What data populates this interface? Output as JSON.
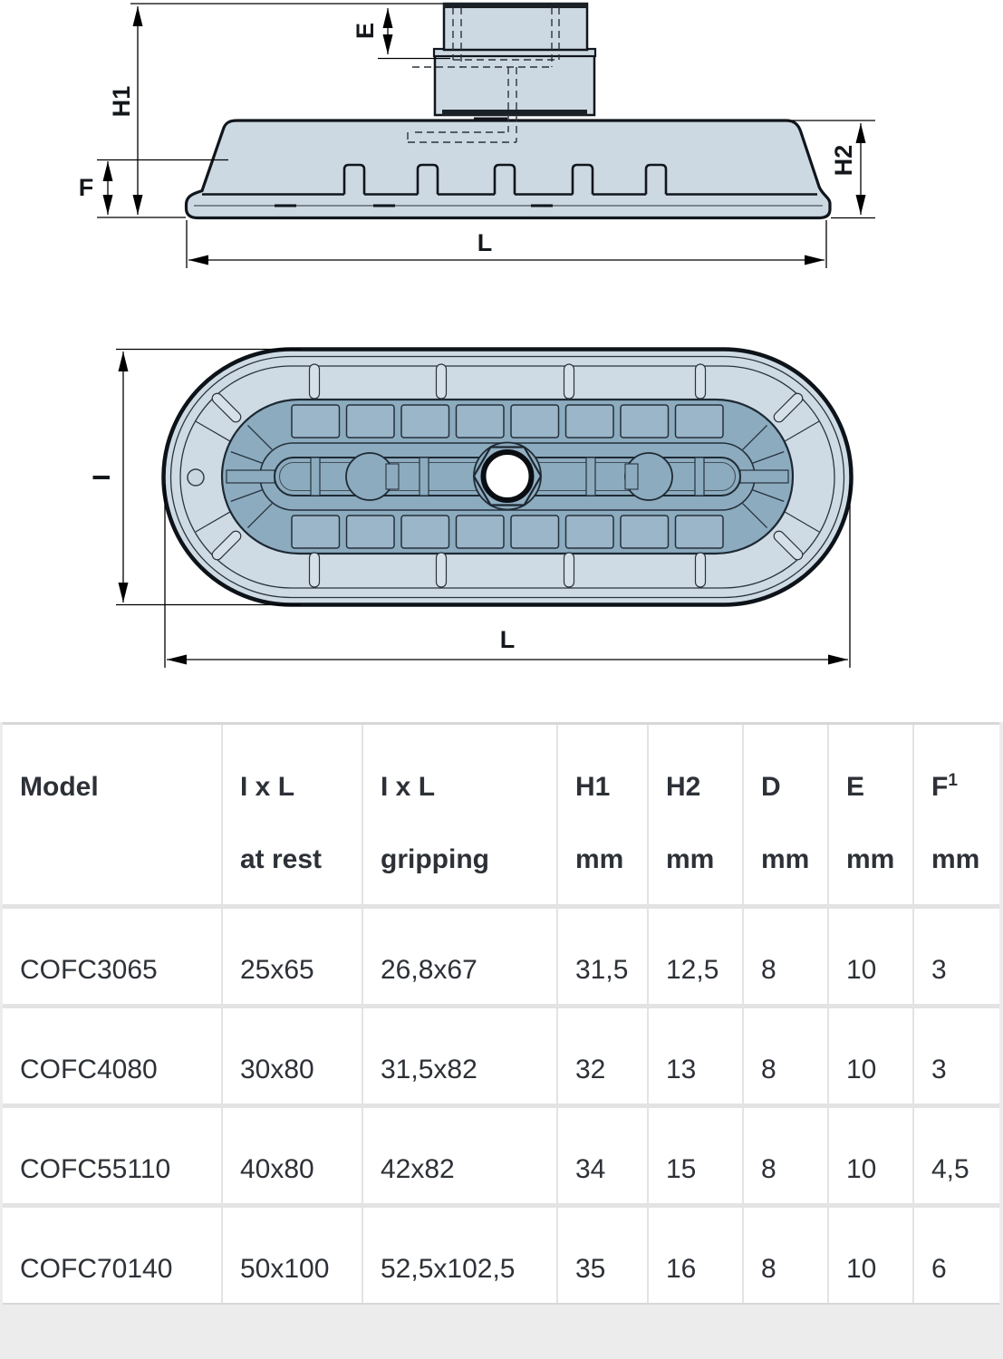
{
  "drawing": {
    "side_view": {
      "labels": {
        "h1": "H1",
        "e": "E",
        "f": "F",
        "h2": "H2",
        "l": "L"
      }
    },
    "top_view": {
      "labels": {
        "i": "I",
        "l": "L"
      }
    },
    "colors": {
      "body_fill": "#cdd9e2",
      "outer_ring_fill": "#cfdbe4",
      "core_fill": "#8cabbf",
      "rib_fill": "#9bb6c8",
      "line": "#10161c"
    }
  },
  "table": {
    "columns": [
      {
        "line1": "Model",
        "line2": ""
      },
      {
        "line1": "I x L",
        "line2": "at rest"
      },
      {
        "line1": "I x L",
        "line2": "gripping"
      },
      {
        "line1": "H1",
        "line2": "mm"
      },
      {
        "line1": "H2",
        "line2": "mm"
      },
      {
        "line1": "D",
        "line2": "mm"
      },
      {
        "line1": "E",
        "line2": "mm"
      },
      {
        "line1": "F",
        "sup": "1",
        "line2": "mm"
      }
    ],
    "rows": [
      [
        "COFC3065",
        "25x65",
        "26,8x67",
        "31,5",
        "12,5",
        "8",
        "10",
        "3"
      ],
      [
        "COFC4080",
        "30x80",
        "31,5x82",
        "32",
        "13",
        "8",
        "10",
        "3"
      ],
      [
        "COFC55110",
        "40x80",
        "42x82",
        "34",
        "15",
        "8",
        "10",
        "4,5"
      ],
      [
        "COFC70140",
        "50x100",
        "52,5x102,5",
        "35",
        "16",
        "8",
        "10",
        "6"
      ]
    ]
  }
}
